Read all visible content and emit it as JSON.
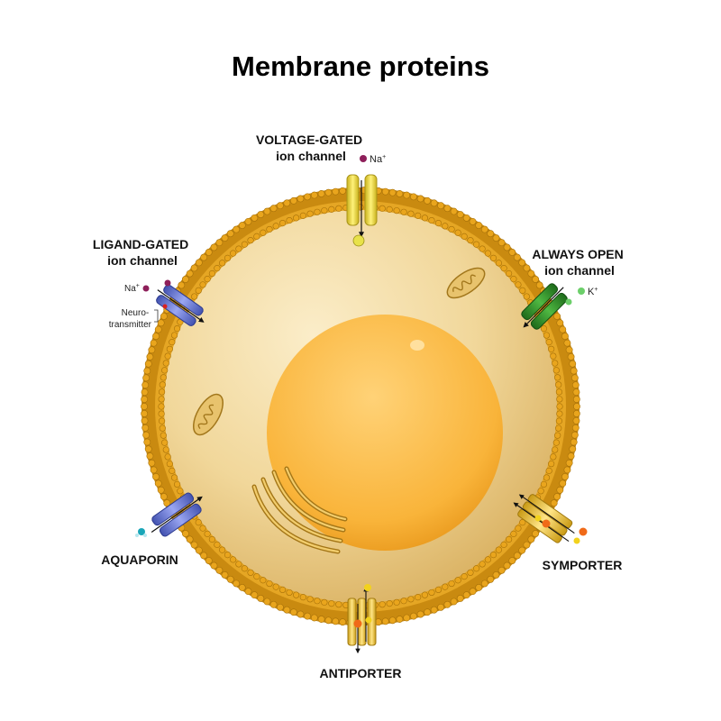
{
  "title": "Membrane proteins",
  "labels": {
    "voltage_gated": [
      "VOLTAGE-GATED",
      "ion channel"
    ],
    "ligand_gated": [
      "LIGAND-GATED",
      "ion channel"
    ],
    "always_open": [
      "ALWAYS OPEN",
      "ion channel"
    ],
    "aquaporin": "AQUAPORIN",
    "symporter": "SYMPORTER",
    "antiporter": "ANTIPORTER",
    "neurotransmitter": [
      "Neuro-",
      "transmitter"
    ]
  },
  "ions": {
    "na": "Na",
    "k": "K",
    "plus": "+"
  },
  "colors": {
    "membrane": "#e2a21d",
    "membrane_dark": "#b77a0d",
    "cytoplasm": "#f1d79a",
    "nucleus": "#f9b43a",
    "voltage_channel": "#f0e24a",
    "ligand_channel": "#6a78d8",
    "open_channel": "#2f8f2a",
    "aquaporin": "#6f86d6",
    "symporter": "#ecc93a",
    "antiporter": "#f1c53a",
    "na_ion": "#8e1f5a",
    "k_ion": "#6ccf6a",
    "water": "#19a6b8"
  }
}
